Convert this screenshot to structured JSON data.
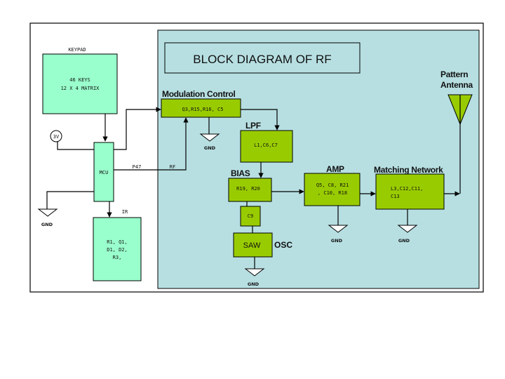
{
  "title": "BLOCK DIAGRAM OF RF",
  "colors": {
    "rf_panel": "#b7dfe2",
    "rf_block": "#99cc00",
    "mcu_block": "#99ffcc",
    "line": "#000000"
  },
  "keypad": {
    "label": "KEYPAD",
    "line1": "46 KEYS",
    "line2": "12 X 4 MATRIX"
  },
  "power": {
    "label": "3V"
  },
  "mcu": {
    "label": "MCU"
  },
  "signals": {
    "p47": "P47",
    "rf": "RF",
    "ir": "IR"
  },
  "ir_block": {
    "line1": "R1, Q1,",
    "line2": "D1, D2,",
    "line3": "R3,"
  },
  "modulation": {
    "label": "Modulation Control",
    "components": "Q3,R15,R16, C5"
  },
  "lpf": {
    "label": "LPF",
    "components": "L1,C6,C7"
  },
  "bias": {
    "label": "BIAS",
    "components": "R19, R20"
  },
  "c9": {
    "components": "C9"
  },
  "osc": {
    "label": "OSC",
    "components": "SAW"
  },
  "amp": {
    "label": "AMP",
    "line1": "Q5, C8, R21",
    "line2": ", C10, R18"
  },
  "matching": {
    "label": "Matching Network",
    "line1": "L3,C12,C11,",
    "line2": "C13"
  },
  "antenna": {
    "line1": "Pattern",
    "line2": "Antenna"
  },
  "gnd_label": "GND"
}
